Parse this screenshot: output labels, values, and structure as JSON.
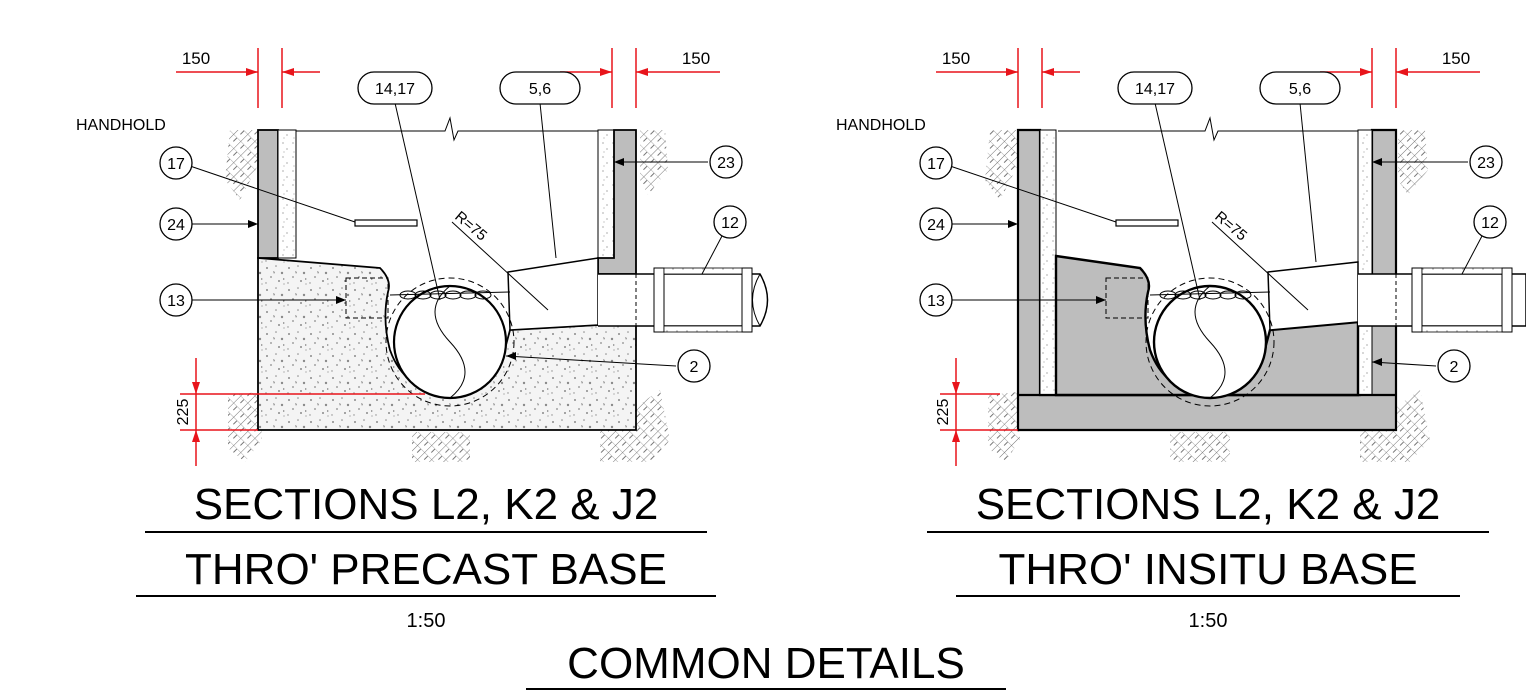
{
  "sheet_title": "COMMON DETAILS",
  "sections": [
    {
      "id": "precast",
      "title_line1": "SECTIONS L2, K2 & J2",
      "title_line2": "THRO' PRECAST BASE",
      "scale": "1:50",
      "dim_left": "150",
      "dim_right": "150",
      "dim_base": "225",
      "radius_label": "R=75",
      "handhold_label": "HANDHOLD",
      "callouts": {
        "c14_17": "14,17",
        "c5_6": "5,6",
        "c17": "17",
        "c24": "24",
        "c13": "13",
        "c23": "23",
        "c12": "12",
        "c2": "2"
      }
    },
    {
      "id": "insitu",
      "title_line1": "SECTIONS L2, K2 & J2",
      "title_line2": "THRO' INSITU BASE",
      "scale": "1:50",
      "dim_left": "150",
      "dim_right": "150",
      "dim_base": "225",
      "radius_label": "R=75",
      "handhold_label": "HANDHOLD",
      "callouts": {
        "c14_17": "14,17",
        "c5_6": "5,6",
        "c17": "17",
        "c24": "24",
        "c13": "13",
        "c23": "23",
        "c12": "12",
        "c2": "2"
      }
    }
  ],
  "colors": {
    "dimension": "#e8141b",
    "concrete_fill": "#bdbdbd",
    "speckle": "#8a8a8a"
  }
}
